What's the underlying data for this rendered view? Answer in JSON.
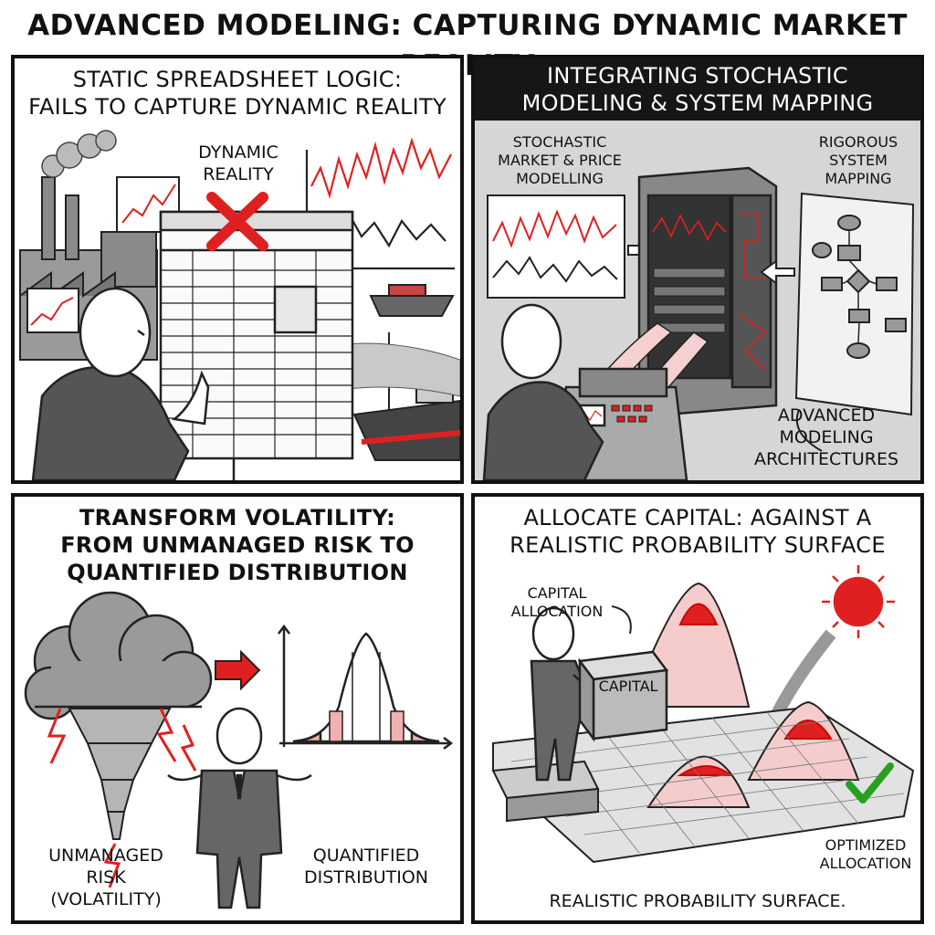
{
  "title": "ADVANCED MODELING: CAPTURING DYNAMIC MARKET REALITY",
  "colors": {
    "accent_red": "#e02020",
    "ink": "#111111",
    "panel_dark": "#161616"
  },
  "panels": {
    "static": {
      "title_line1": "STATIC SPREADSHEET LOGIC:",
      "title_line2": "FAILS TO CAPTURE DYNAMIC REALITY",
      "label_line1": "DYNAMIC",
      "label_line2": "REALITY"
    },
    "stochastic": {
      "title_line1": "INTEGRATING STOCHASTIC",
      "title_line2": "MODELING & SYSTEM MAPPING",
      "left_label_1": "STOCHASTIC",
      "left_label_2": "MARKET & PRICE",
      "left_label_3": "MODELLING",
      "right_label_1": "RIGOROUS",
      "right_label_2": "SYSTEM",
      "right_label_3": "MAPPING",
      "bottom_label_1": "ADVANCED",
      "bottom_label_2": "MODELING",
      "bottom_label_3": "ARCHITECTURES"
    },
    "volatility": {
      "title_line1": "TRANSFORM VOLATILITY:",
      "title_line2": "FROM UNMANAGED RISK TO",
      "title_line3": "QUANTIFIED DISTRIBUTION",
      "risk_label_1": "UNMANAGED",
      "risk_label_2": "RISK",
      "risk_label_3": "(VOLATILITY)",
      "dist_label_1": "QUANTIFIED",
      "dist_label_2": "DISTRIBUTION"
    },
    "capital": {
      "title_line1": "ALLOCATE CAPITAL: AGAINST A",
      "title_line2": "REALISTIC PROBABILITY SURFACE",
      "alloc_label_1": "CAPITAL",
      "alloc_label_2": "ALLOCATION",
      "box_label": "CAPITAL",
      "opt_label_1": "OPTIMIZED",
      "opt_label_2": "ALLOCATION",
      "surface_label": "REALISTIC PROBABILITY SURFACE."
    }
  }
}
